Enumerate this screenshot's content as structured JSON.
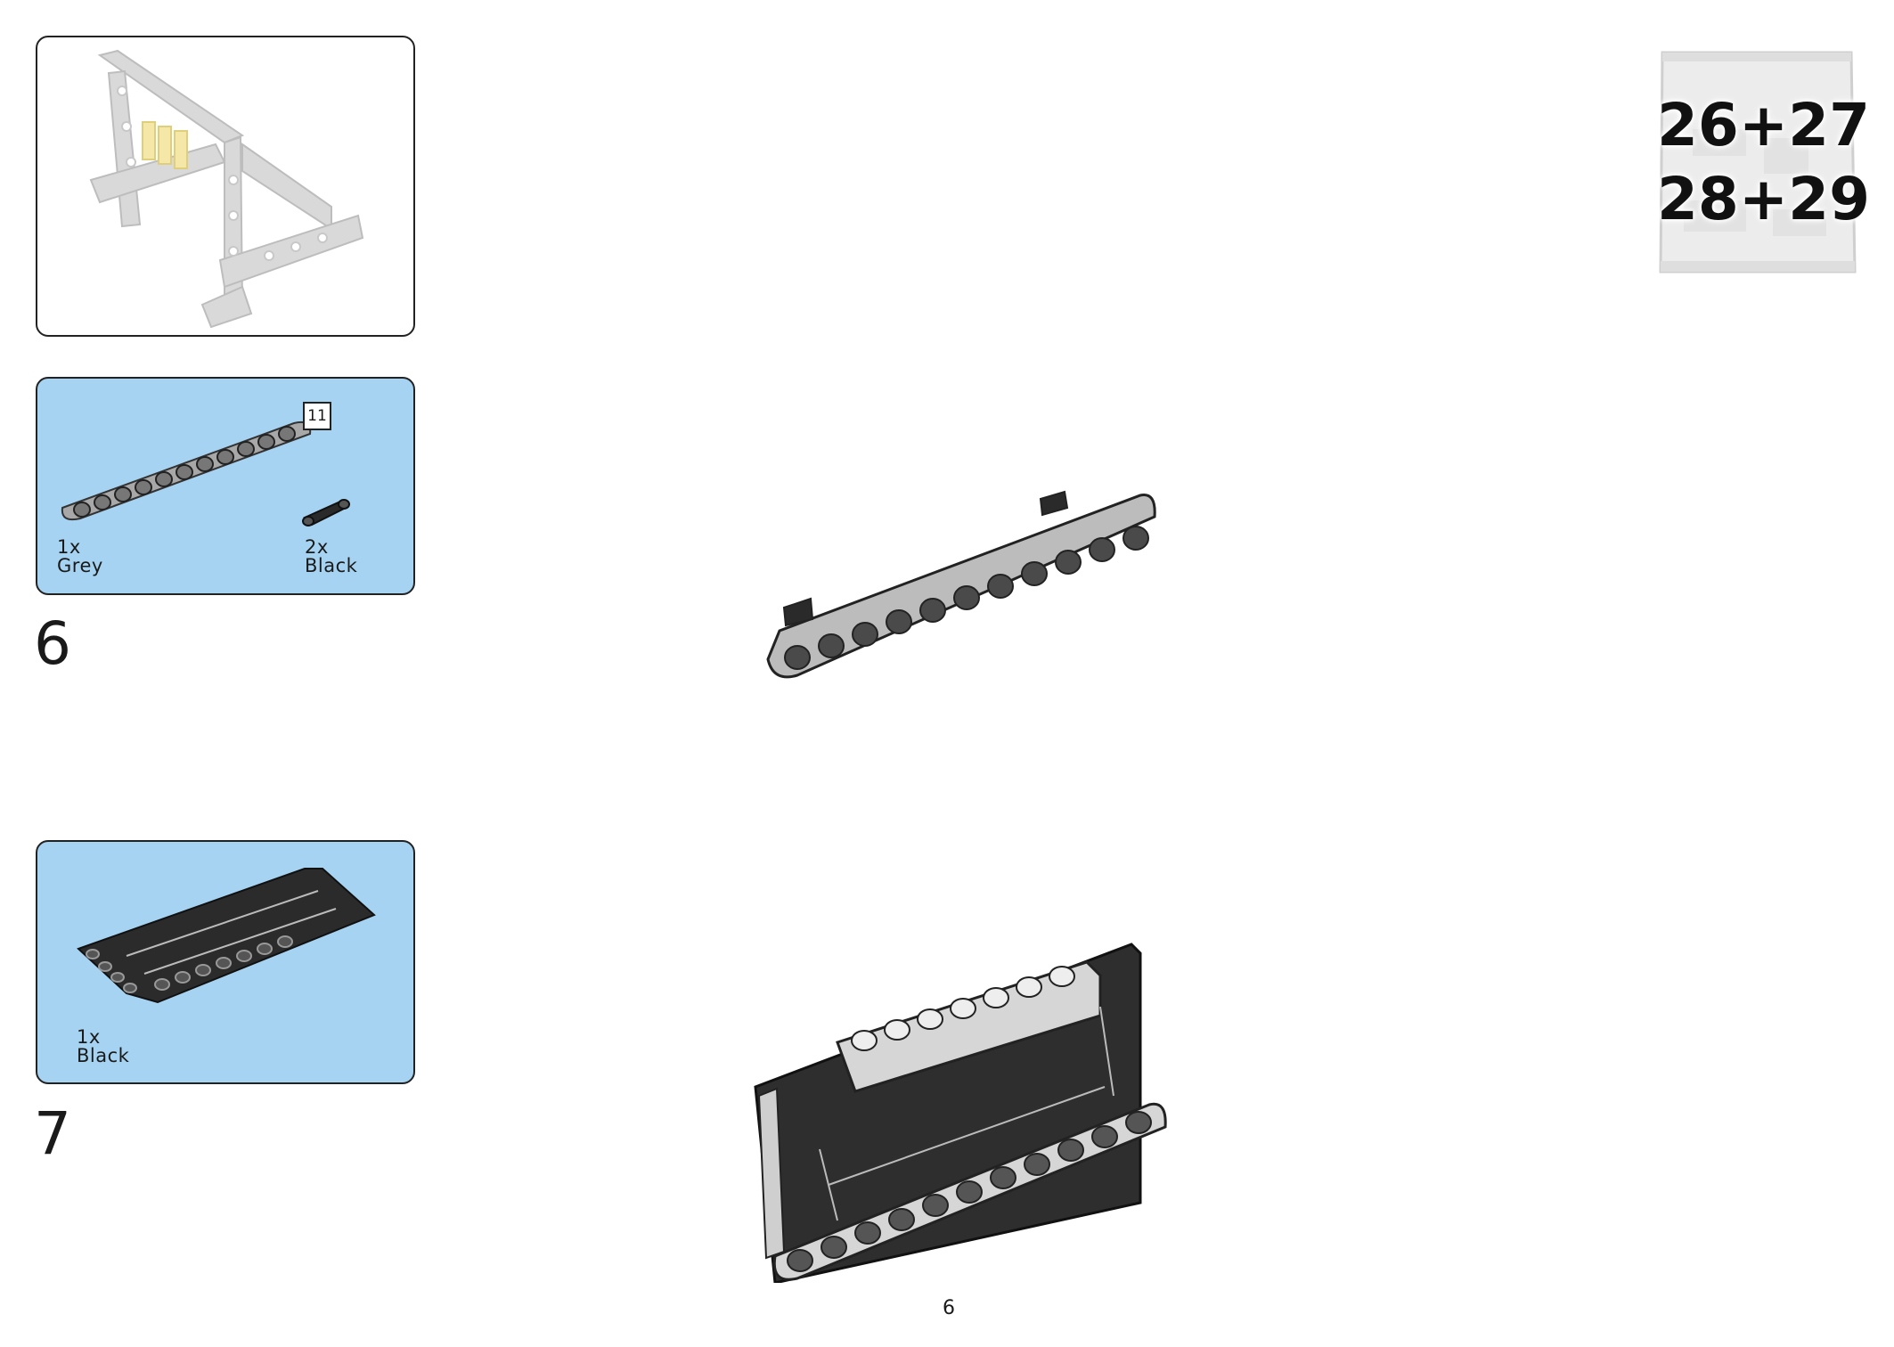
{
  "bag": {
    "line1": "26+27",
    "line2": "28+29"
  },
  "steps": [
    {
      "number": "6",
      "length_badge": "11",
      "parts": [
        {
          "qty": "1x",
          "color": "Grey"
        },
        {
          "qty": "2x",
          "color": "Black"
        }
      ]
    },
    {
      "number": "7",
      "parts": [
        {
          "qty": "1x",
          "color": "Black"
        }
      ]
    }
  ],
  "page_number": "6"
}
